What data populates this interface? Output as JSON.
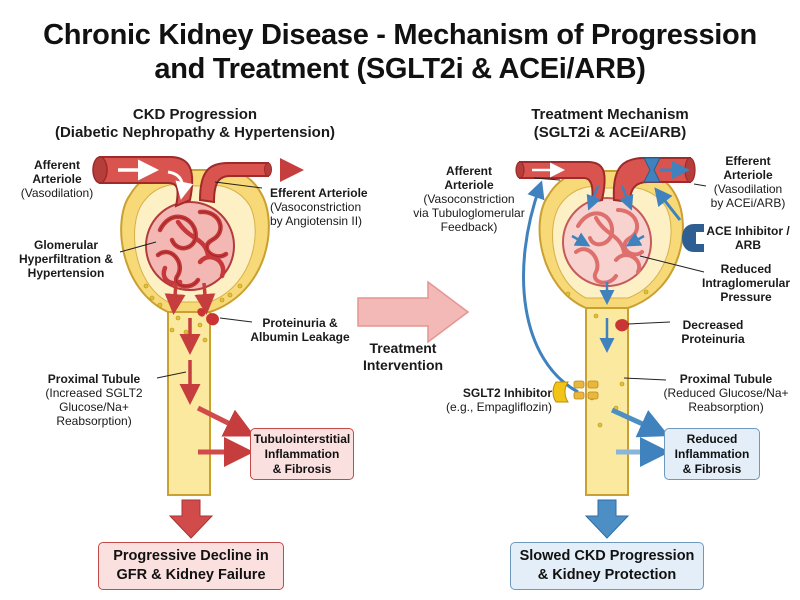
{
  "title": {
    "line1": "Chronic Kidney Disease - Mechanism of Progression",
    "line2": "and Treatment (SGLT2i & ACEi/ARB)"
  },
  "left": {
    "header1": "CKD Progression",
    "header2": "(Diabetic Nephropathy & Hypertension)",
    "afferent_title1": "Afferent",
    "afferent_title2": "Arteriole",
    "afferent_desc": "(Vasodilation)",
    "efferent_title": "Efferent Arteriole",
    "efferent_desc1": "(Vasoconstriction",
    "efferent_desc2": "by Angiotensin II)",
    "glom_1": "Glomerular",
    "glom_2": "Hyperfiltration &",
    "glom_3": "Hypertension",
    "prot_1": "Proteinuria &",
    "prot_2": "Albumin Leakage",
    "prox_title": "Proximal Tubule",
    "prox_d1": "(Increased SGLT2",
    "prox_d2": "Glucose/Na+",
    "prox_d3": "Reabsorption)",
    "tub_box1": "Tubulointerstitial",
    "tub_box2": "Inflammation",
    "tub_box3": "& Fibrosis",
    "final1": "Progressive Decline in",
    "final2": "GFR & Kidney Failure"
  },
  "middle": {
    "line1": "Treatment",
    "line2": "Intervention"
  },
  "right": {
    "header1": "Treatment Mechanism",
    "header2": "(SGLT2i & ACEi/ARB)",
    "aff_t1": "Afferent",
    "aff_t2": "Arteriole",
    "aff_d1": "(Vasoconstriction",
    "aff_d2": "via Tubuloglomerular",
    "aff_d3": "Feedback)",
    "eff_t1": "Efferent",
    "eff_t2": "Arteriole",
    "eff_d1": "(Vasodilation",
    "eff_d2": "by ACEi/ARB)",
    "ace_1": "ACE Inhibitor /",
    "ace_2": "ARB",
    "red_1": "Reduced",
    "red_2": "Intraglomerular",
    "red_3": "Pressure",
    "dec_1": "Decreased",
    "dec_2": "Proteinuria",
    "sglt_t": "SGLT2 Inhibitor",
    "sglt_d": "(e.g., Empagliflozin)",
    "prox_t": "Proximal Tubule",
    "prox_d1": "(Reduced Glucose/Na+",
    "prox_d2": "Reabsorption)",
    "box1": "Reduced",
    "box2": "Inflammation",
    "box3": "& Fibrosis",
    "final1": "Slowed CKD Progression",
    "final2": "& Kidney Protection"
  },
  "colors": {
    "vessel_red": "#d9534f",
    "vessel_dark": "#9e2a2a",
    "capsule_yellow": "#f7d978",
    "capsule_border": "#caa030",
    "tubule_fill": "#fbe9a0",
    "arrow_red": "#d24b4b",
    "arrow_blue": "#4d8fc4",
    "glom_pink": "#f4c0bd"
  }
}
